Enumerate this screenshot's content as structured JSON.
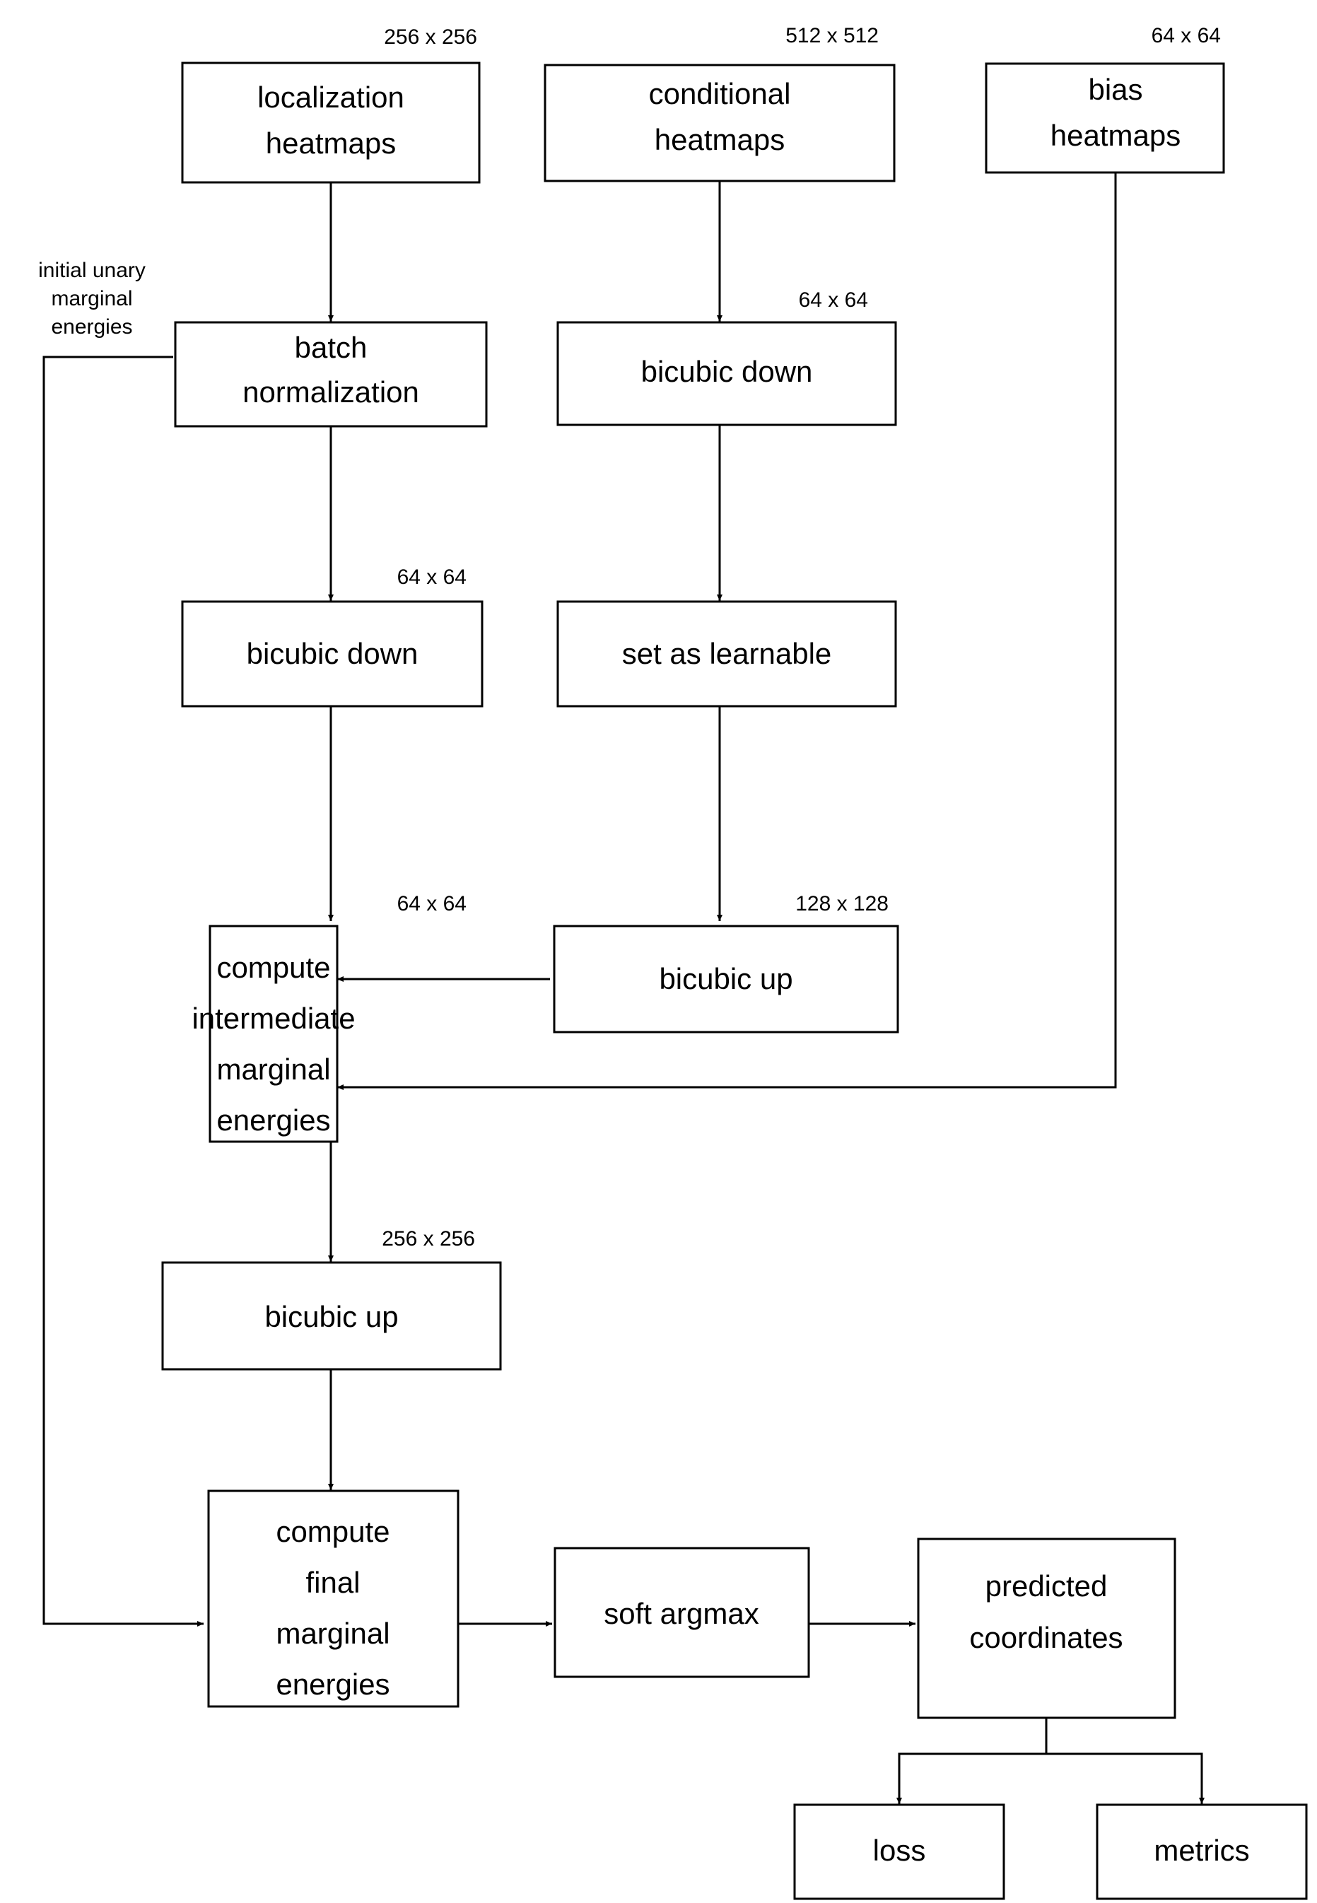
{
  "diagram": {
    "title": "heatmap marginal energy pipeline flowchart",
    "type": "flowchart",
    "background_color": "#ffffff",
    "line_color": "#000000",
    "box_fill": "#ffffff",
    "nodes": [
      {
        "id": "localization_heatmaps",
        "lines": [
          "localization",
          "heatmaps"
        ],
        "dimension": "256 x 256"
      },
      {
        "id": "conditional_heatmaps",
        "lines": [
          "conditional",
          "heatmaps"
        ],
        "dimension": "512 x 512"
      },
      {
        "id": "bias_heatmaps",
        "lines": [
          "bias",
          "heatmaps"
        ],
        "dimension": "64 x 64"
      },
      {
        "id": "batch_normalization",
        "lines": [
          "batch",
          "normalization"
        ],
        "dimension": ""
      },
      {
        "id": "bicubic_down_mid",
        "lines": [
          "bicubic down"
        ],
        "dimension": "64 x 64"
      },
      {
        "id": "bicubic_down_left",
        "lines": [
          "bicubic down"
        ],
        "dimension": "64 x 64"
      },
      {
        "id": "set_as_learnable",
        "lines": [
          "set as learnable"
        ],
        "dimension": ""
      },
      {
        "id": "compute_intermediate_marginal_energies",
        "lines": [
          "compute",
          "intermediate",
          "marginal",
          "energies"
        ],
        "dimension": "64 x 64"
      },
      {
        "id": "bicubic_up_mid",
        "lines": [
          "bicubic up"
        ],
        "dimension": "128 x 128"
      },
      {
        "id": "bicubic_up_left",
        "lines": [
          "bicubic up"
        ],
        "dimension": "256 x 256"
      },
      {
        "id": "compute_final_marginal_energies",
        "lines": [
          "compute",
          "final",
          "marginal",
          "energies"
        ],
        "dimension": ""
      },
      {
        "id": "soft_argmax",
        "lines": [
          "soft argmax"
        ],
        "dimension": ""
      },
      {
        "id": "predicted_coordinates",
        "lines": [
          "predicted",
          "coordinates"
        ],
        "dimension": ""
      },
      {
        "id": "loss",
        "lines": [
          "loss"
        ],
        "dimension": ""
      },
      {
        "id": "metrics",
        "lines": [
          "metrics"
        ],
        "dimension": ""
      }
    ],
    "annotations": [
      {
        "id": "initial_unary_marginal_energies",
        "lines": [
          "initial unary",
          "marginal",
          "energies"
        ]
      }
    ],
    "labels": {
      "localization_heatmaps_line1": "localization",
      "localization_heatmaps_line2": "heatmaps",
      "localization_heatmaps_dim": "256 x 256",
      "conditional_heatmaps_line1": "conditional",
      "conditional_heatmaps_line2": "heatmaps",
      "conditional_heatmaps_dim": "512 x 512",
      "bias_heatmaps_line1": "bias",
      "bias_heatmaps_line2": "heatmaps",
      "bias_heatmaps_dim": "64 x 64",
      "batch_normalization_line1": "batch",
      "batch_normalization_line2": "normalization",
      "bicubic_down_mid_line1": "bicubic down",
      "bicubic_down_mid_dim": "64 x 64",
      "bicubic_down_left_line1": "bicubic down",
      "bicubic_down_left_dim": "64 x 64",
      "set_as_learnable_line1": "set as learnable",
      "compute_intermediate_line1": "compute",
      "compute_intermediate_line2": "intermediate",
      "compute_intermediate_line3": "marginal",
      "compute_intermediate_line4": "energies",
      "compute_intermediate_dim": "64 x 64",
      "bicubic_up_mid_line1": "bicubic up",
      "bicubic_up_mid_dim": "128 x 128",
      "bicubic_up_left_line1": "bicubic up",
      "bicubic_up_left_dim": "256 x 256",
      "compute_final_line1": "compute",
      "compute_final_line2": "final",
      "compute_final_line3": "marginal",
      "compute_final_line4": "energies",
      "soft_argmax_line1": "soft argmax",
      "predicted_coordinates_line1": "predicted",
      "predicted_coordinates_line2": "coordinates",
      "loss_line1": "loss",
      "metrics_line1": "metrics",
      "initial_unary_line1": "initial unary",
      "initial_unary_line2": "marginal",
      "initial_unary_line3": "energies"
    },
    "edges": [
      {
        "from": "localization_heatmaps",
        "to": "batch_normalization",
        "label": ""
      },
      {
        "from": "batch_normalization",
        "to": "bicubic_down_left",
        "label": "64 x 64"
      },
      {
        "from": "bicubic_down_left",
        "to": "compute_intermediate_marginal_energies",
        "label": "64 x 64"
      },
      {
        "from": "conditional_heatmaps",
        "to": "bicubic_down_mid",
        "label": "64 x 64"
      },
      {
        "from": "bicubic_down_mid",
        "to": "set_as_learnable",
        "label": ""
      },
      {
        "from": "set_as_learnable",
        "to": "bicubic_up_mid",
        "label": "128 x 128"
      },
      {
        "from": "bicubic_up_mid",
        "to": "compute_intermediate_marginal_energies",
        "label": ""
      },
      {
        "from": "bias_heatmaps",
        "to": "compute_intermediate_marginal_energies",
        "label": ""
      },
      {
        "from": "compute_intermediate_marginal_energies",
        "to": "bicubic_up_left",
        "label": "256 x 256"
      },
      {
        "from": "bicubic_up_left",
        "to": "compute_final_marginal_energies",
        "label": ""
      },
      {
        "from": "batch_normalization",
        "to": "compute_final_marginal_energies",
        "label": "initial unary marginal energies"
      },
      {
        "from": "compute_final_marginal_energies",
        "to": "soft_argmax",
        "label": ""
      },
      {
        "from": "soft_argmax",
        "to": "predicted_coordinates",
        "label": ""
      },
      {
        "from": "predicted_coordinates",
        "to": "loss",
        "label": ""
      },
      {
        "from": "predicted_coordinates",
        "to": "metrics",
        "label": ""
      }
    ]
  }
}
